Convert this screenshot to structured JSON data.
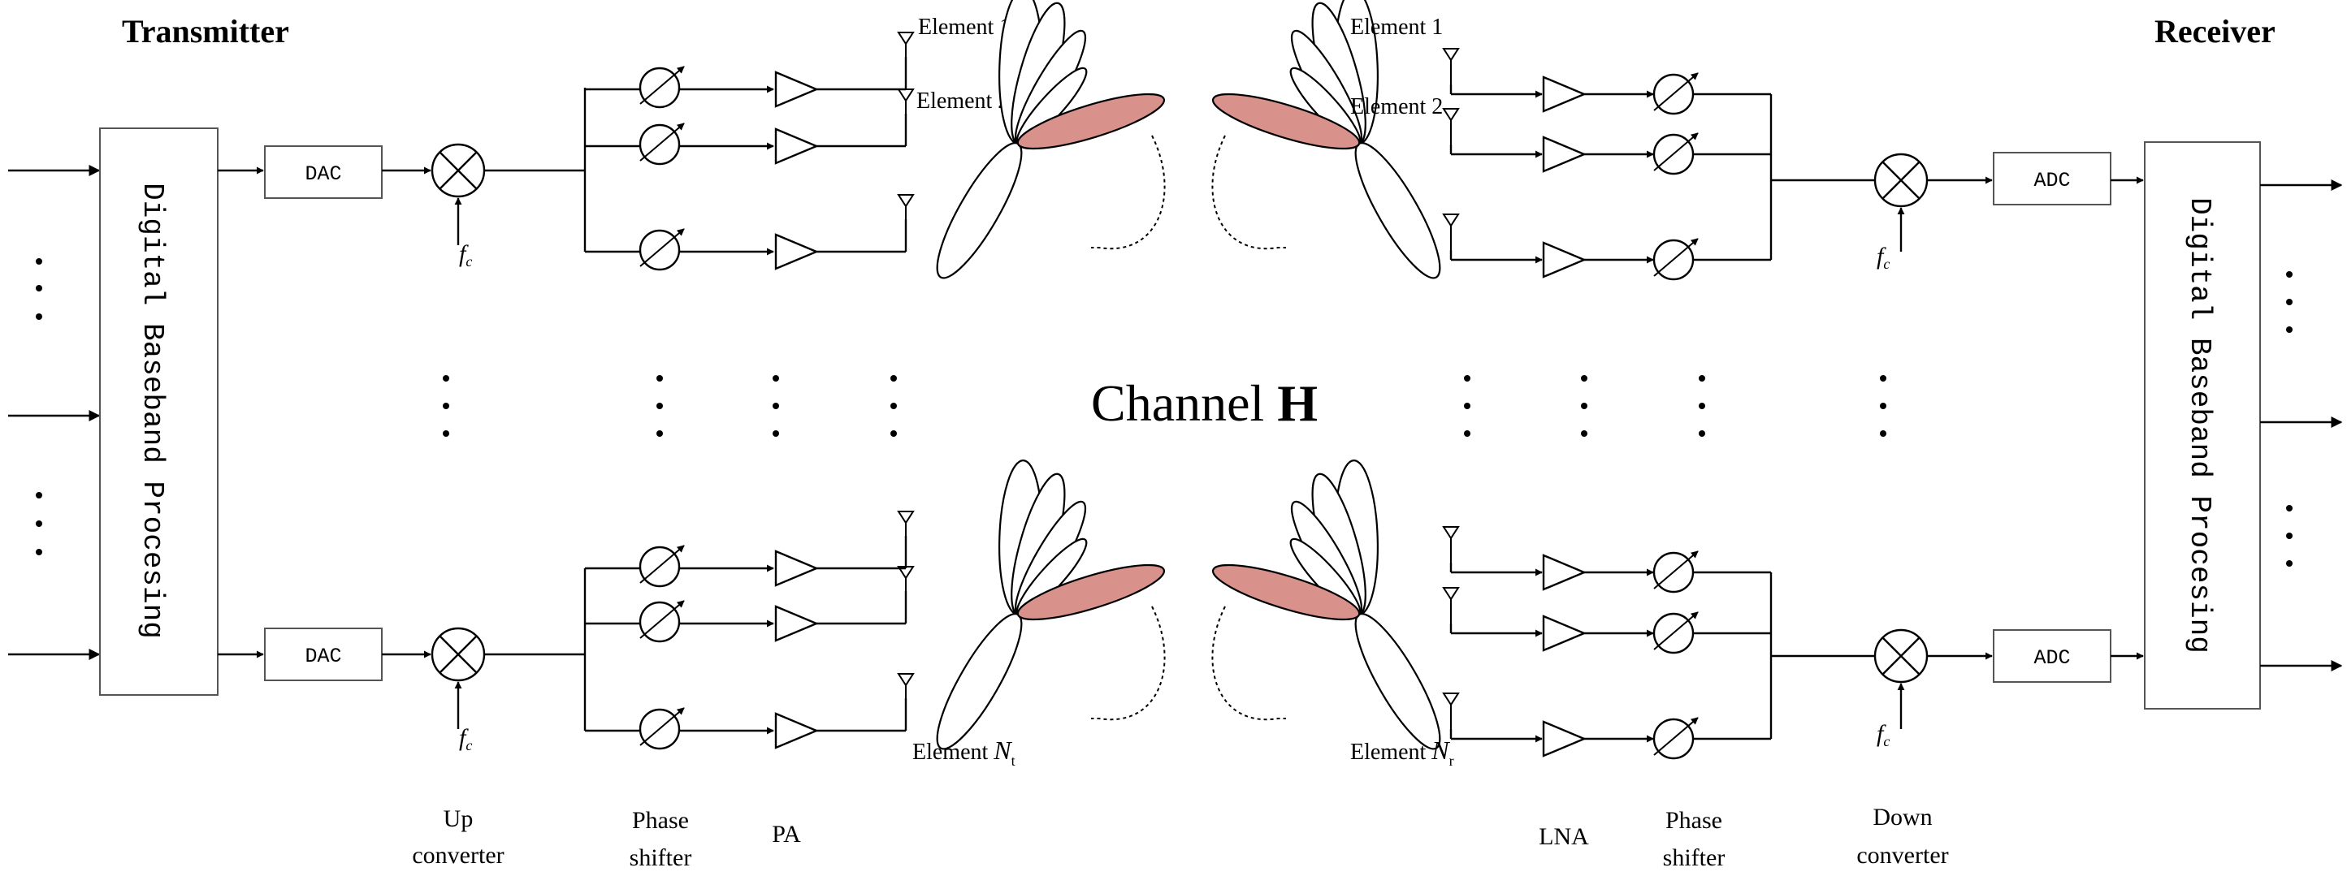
{
  "headers": {
    "transmitter": "Transmitter",
    "receiver": "Receiver"
  },
  "baseband": {
    "tx_label": "Digital Baseband Procesing",
    "rx_label": "Digital Baseband Procesing"
  },
  "converters": {
    "dac": "DAC",
    "adc": "ADC"
  },
  "carrier": {
    "symbol": "f",
    "subscript": "c"
  },
  "channel": {
    "prefix": "Channel ",
    "matrix": "H"
  },
  "tx_elements": {
    "first": "Element 1",
    "second": "Element 2",
    "last_prefix": "Element ",
    "last_symbol": "N",
    "last_sub": "t"
  },
  "rx_elements": {
    "first": "Element 1",
    "second": "Element 2",
    "last_prefix": "Element ",
    "last_symbol": "N",
    "last_sub": "r"
  },
  "bottom_labels": {
    "up_converter": [
      "Up",
      "converter"
    ],
    "tx_phase_shifter": [
      "Phase",
      "shifter"
    ],
    "pa": "PA",
    "lna": "LNA",
    "rx_phase_shifter": [
      "Phase",
      "shifter"
    ],
    "down_converter": [
      "Down",
      "converter"
    ]
  },
  "colors": {
    "main_lobe": "#d9918c",
    "box_border": "#555555",
    "line": "#000000"
  }
}
